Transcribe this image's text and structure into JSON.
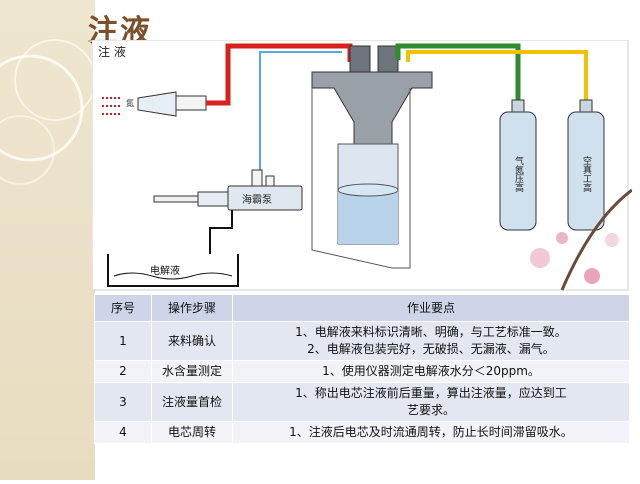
{
  "slide": {
    "title": "注液"
  },
  "diagram": {
    "caption": "注 液",
    "pump_label": "海霸泵",
    "tank_label": "电解液",
    "cylinder_left_label": "气氮压高",
    "cylinder_right_label": "空真工高",
    "nozzle_label": "氮",
    "colors": {
      "red_line": "#d8211c",
      "blue_line": "#5aa9dc",
      "green_line": "#2e8b2e",
      "yellow_line": "#f2c200"
    }
  },
  "table": {
    "headers": [
      "序号",
      "操作步骤",
      "作业要点"
    ],
    "rows": [
      {
        "num": "1",
        "step": "来料确认",
        "points": [
          "1、电解液来料标识清晰、明确，与工艺标准一致。",
          "2、电解液包装完好，无破损、无漏液、漏气。"
        ]
      },
      {
        "num": "2",
        "step": "水含量测定",
        "points": [
          "1、使用仪器测定电解液水分＜20ppm。"
        ]
      },
      {
        "num": "3",
        "step": "注液量首检",
        "points": [
          "1、称出电芯注液前后重量，算出注液量，应达到工",
          "艺要求。"
        ]
      },
      {
        "num": "4",
        "step": "电芯周转",
        "points": [
          "1、注液后电芯及时流通周转，防止长时间滞留吸水。"
        ]
      }
    ]
  }
}
